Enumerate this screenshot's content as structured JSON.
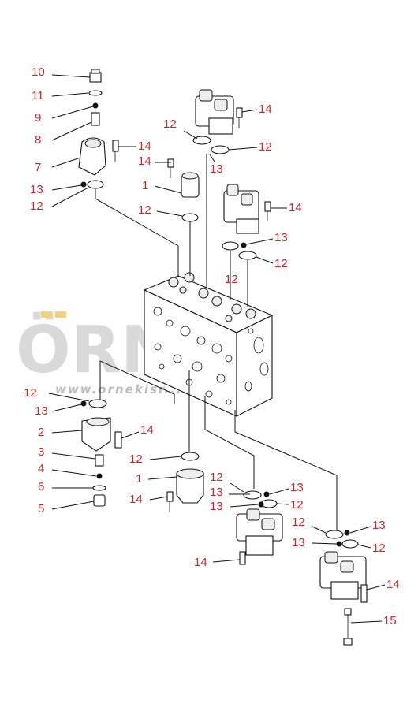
{
  "watermark": {
    "brand": "ÖRNEK",
    "url": "www.ornekisr...ari.com.tr"
  },
  "callouts": [
    {
      "text": "10"
    },
    {
      "text": "11"
    },
    {
      "text": "9"
    },
    {
      "text": "8"
    },
    {
      "text": "7"
    },
    {
      "text": "14"
    },
    {
      "text": "14"
    },
    {
      "text": "13"
    },
    {
      "text": "12"
    },
    {
      "text": "1"
    },
    {
      "text": "12"
    },
    {
      "text": "12"
    },
    {
      "text": "14"
    },
    {
      "text": "12"
    },
    {
      "text": "13"
    },
    {
      "text": "14"
    },
    {
      "text": "13"
    },
    {
      "text": "12"
    },
    {
      "text": "12"
    },
    {
      "text": "12"
    },
    {
      "text": "13"
    },
    {
      "text": "2"
    },
    {
      "text": "14"
    },
    {
      "text": "3"
    },
    {
      "text": "4"
    },
    {
      "text": "6"
    },
    {
      "text": "5"
    },
    {
      "text": "12"
    },
    {
      "text": "1"
    },
    {
      "text": "14"
    },
    {
      "text": "12"
    },
    {
      "text": "13"
    },
    {
      "text": "13"
    },
    {
      "text": "12"
    },
    {
      "text": "13"
    },
    {
      "text": "12"
    },
    {
      "text": "14"
    },
    {
      "text": "12"
    },
    {
      "text": "13"
    },
    {
      "text": "13"
    },
    {
      "text": "12"
    },
    {
      "text": "14"
    },
    {
      "text": "15"
    }
  ],
  "colors": {
    "label": "#c8262b",
    "line": "#111111",
    "watermark": "#d9d9d9"
  }
}
